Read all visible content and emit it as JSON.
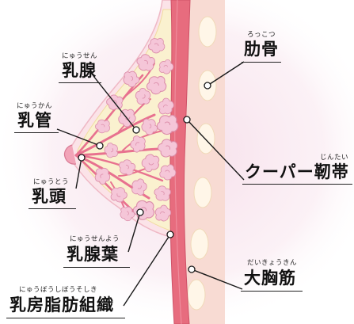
{
  "labels": {
    "rib": {
      "text": "肋骨",
      "reading": "ろっこつ"
    },
    "mammary_gland": {
      "text": "乳腺",
      "reading": "にゅうせん"
    },
    "lactiferous_duct": {
      "text": "乳管",
      "reading": "にゅうかん"
    },
    "coopers_ligament": {
      "text": "クーパー靭帯",
      "reading": "じんたい"
    },
    "nipple": {
      "text": "乳頭",
      "reading": "にゅうとう"
    },
    "mammary_lobe": {
      "text": "乳腺葉",
      "reading": "にゅうせんよう"
    },
    "pectoralis_major": {
      "text": "大胸筋",
      "reading": "だいきょうきん"
    },
    "breast_adipose_tissue": {
      "text": "乳房脂肪組織",
      "reading": "にゅうぼうしぼうそしき"
    }
  },
  "colors": {
    "background_glow": "#f6dde9",
    "skin": "#fbe3e8",
    "fat_tissue": "#faf1cf",
    "gland_lobule": "#f5c6d8",
    "duct": "#e8718f",
    "muscle": "#e76c7e",
    "rib_body": "#f8dbd3",
    "rib_bone": "#fff6e8",
    "leader_line": "#1a1a1a"
  }
}
